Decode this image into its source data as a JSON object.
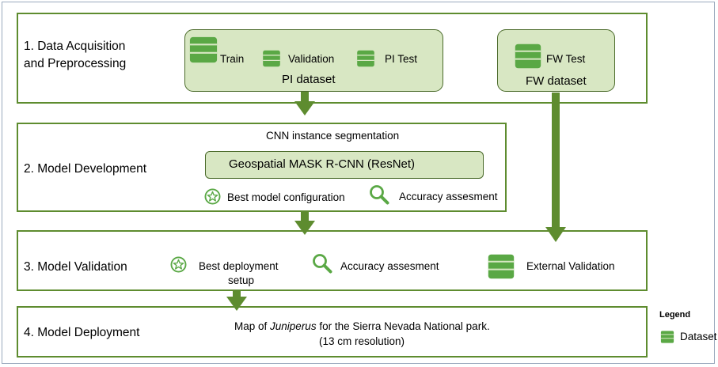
{
  "stages": {
    "s1": {
      "label_line1": "1. Data Acquisition",
      "label_line2": "and Preprocessing"
    },
    "s2": {
      "label": "2. Model Development",
      "title": "CNN instance segmentation",
      "model": "Geospatial MASK R-CNN (ResNet)",
      "best_model": "Best model configuration",
      "accuracy": "Accuracy assesment"
    },
    "s3": {
      "label": "3. Model Validation",
      "best_deploy_line1": "Best deployment",
      "best_deploy_line2": "setup",
      "accuracy": "Accuracy assesment",
      "external": "External Validation"
    },
    "s4": {
      "label": "4. Model Deployment",
      "map_prefix": "Map of ",
      "map_species": "Juniperus",
      "map_suffix": " for the Sierra Nevada National park.",
      "resolution": "(13 cm resolution)"
    }
  },
  "pi_dataset": {
    "title": "PI dataset",
    "train": "Train",
    "validation": "Validation",
    "pi_test": "PI Test"
  },
  "fw_dataset": {
    "title": "FW dataset",
    "fw_test": "FW Test"
  },
  "legend": {
    "title": "Legend",
    "item": "Dataset"
  },
  "colors": {
    "stage_border": "#5e8c2f",
    "box_fill": "#d8e7c3",
    "arrow": "#5e8c2f",
    "db_green": "#5aa845"
  }
}
